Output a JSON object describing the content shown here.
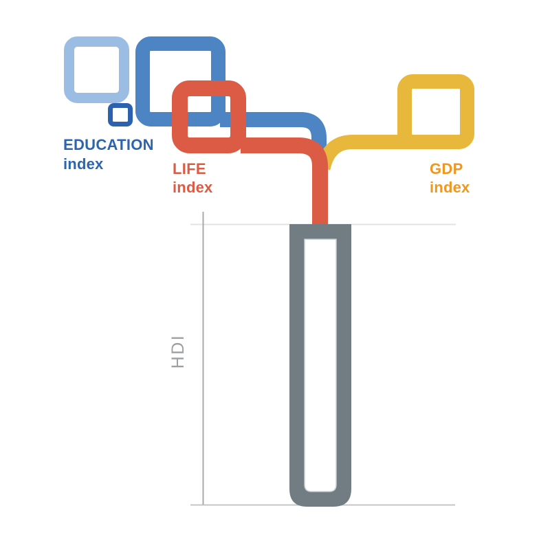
{
  "diagram": {
    "description": "Composition of the Human Development Index: education, life and GDP indices flow into the HDI tube",
    "nodes": {
      "education": {
        "label": "EDUCATION",
        "sublabel": "index"
      },
      "life": {
        "label": "LIFE",
        "sublabel": "index"
      },
      "gdp": {
        "label": "GDP",
        "sublabel": "index"
      },
      "hdi": {
        "label": "HDI"
      }
    }
  },
  "colors": {
    "education_light": "#9bbde3",
    "education_medium": "#4d84c4",
    "education_dark": "#2b61ae",
    "education_text": "#2b65b1",
    "life_red": "#dc5b44",
    "gdp_yellow": "#e7b83c",
    "gdp_text": "#ef9721",
    "hdi_tube_gray": "#727c83",
    "hdi_tube_inner_edge": "#c9d0d4",
    "hdi_label_gray": "#9da0a3",
    "axis_line_vertical": "#aaaaaa",
    "axis_line_top": "#e3e3e3",
    "axis_line_bottom": "#c6c6c9",
    "background": "#ffffff"
  }
}
